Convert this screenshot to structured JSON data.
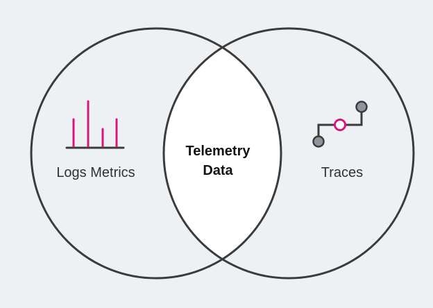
{
  "diagram": {
    "left_label": "Logs Metrics",
    "right_label": "Traces",
    "center_label_line1": "Telemetry",
    "center_label_line2": "Data"
  },
  "colors": {
    "background": "#eef1f4",
    "outline": "#3b3b3b",
    "accent": "#d6187a",
    "node_gray": "#8f959d",
    "overlap_fill": "#ffffff"
  },
  "icons": {
    "left": "bar-chart-icon",
    "right": "trace-path-icon"
  }
}
